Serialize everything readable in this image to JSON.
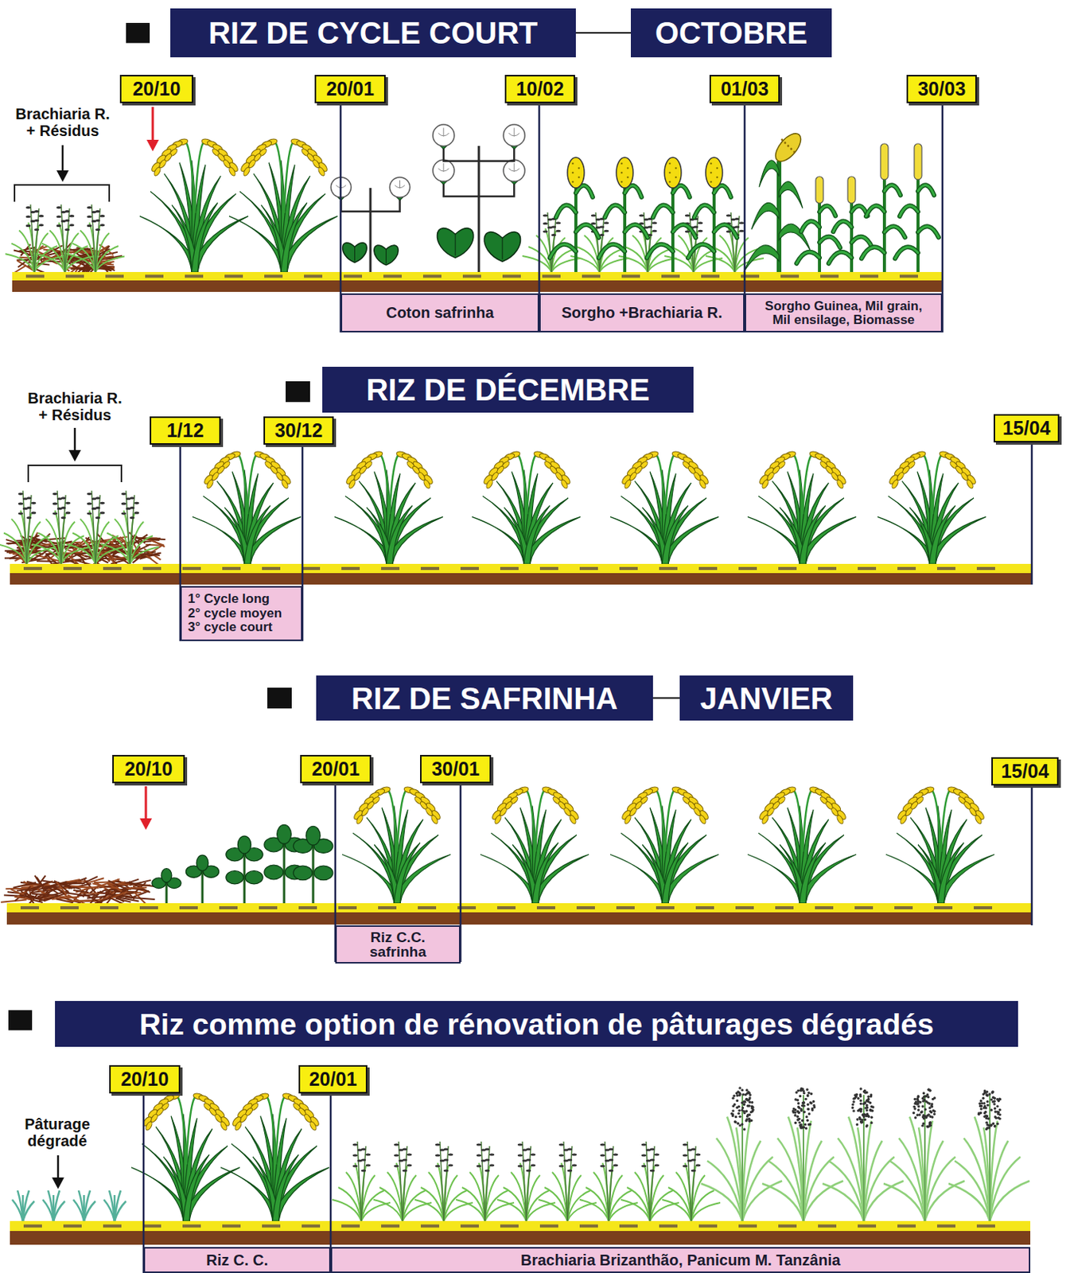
{
  "diagram": {
    "nodes": [
      {
        "text": [
          "RIZ DE CYCLE COURT"
        ]
      },
      {
        "text": [
          "OCTOBRE"
        ]
      },
      {
        "text": [
          "20/10"
        ]
      },
      {
        "text": [
          "20/01"
        ]
      },
      {
        "text": [
          "10/02"
        ]
      },
      {
        "text": [
          "01/03"
        ]
      },
      {
        "text": [
          "30/03"
        ]
      },
      {
        "text": [
          "Coton safrinha"
        ]
      },
      {
        "text": [
          "Sorgho +Brachiaria R."
        ]
      },
      {
        "text": [
          "Sorgho Guinea, Mil grain, Mil ensilage, Biomasse"
        ]
      },
      {
        "text": [
          "RIZ DE DÉCEMBRE"
        ]
      },
      {
        "text": [
          "1/12"
        ]
      },
      {
        "text": [
          "30/12"
        ]
      },
      {
        "text": [
          "15/04"
        ]
      },
      {
        "text": [
          "1° Cycle long 2° cycle moyen 3° cycle court"
        ]
      },
      {
        "text": [
          "RIZ DE SAFRINHA"
        ]
      },
      {
        "text": [
          "JANVIER"
        ]
      },
      {
        "text": [
          "20/10"
        ]
      },
      {
        "text": [
          "20/01"
        ]
      },
      {
        "text": [
          "30/01"
        ]
      },
      {
        "text": [
          "15/04"
        ]
      },
      {
        "text": [
          "Riz C.C. safrinha"
        ]
      },
      {
        "text": [
          "Riz comme option de rénovation de pâturages dégradés"
        ]
      },
      {
        "text": [
          "20/10"
        ]
      },
      {
        "text": [
          "20/01"
        ]
      },
      {
        "text": [
          "Riz C. C."
        ]
      },
      {
        "text": [
          "Brachiaria Brizanthão, Panicum M. Tanzânia"
        ]
      }
    ],
    "edges": [
      {
        "from": 0,
        "to": 1,
        "arrow": "none"
      },
      {
        "from": 15,
        "to": 16,
        "arrow": "none"
      }
    ],
    "labels": [
      "Brachiaria R. + Résidus",
      "Brachiaria R. + Résidus",
      "Pâturage dégradé"
    ]
  }
}
